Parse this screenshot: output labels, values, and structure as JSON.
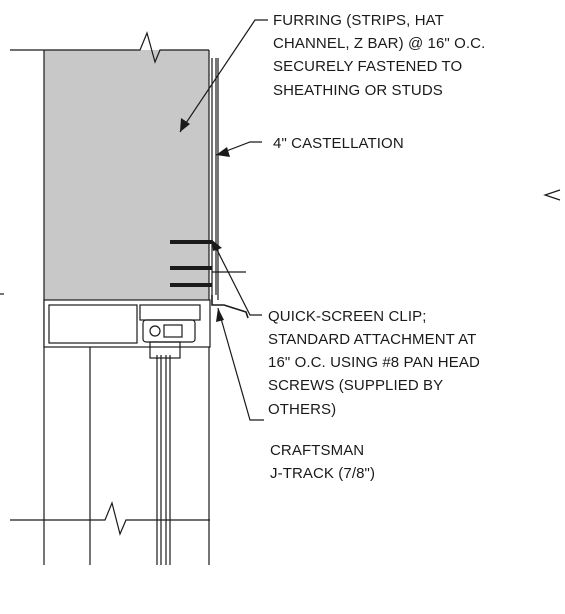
{
  "callouts": {
    "furring": [
      "FURRING (STRIPS, HAT",
      "CHANNEL, Z BAR) @ 16\" O.C.",
      "SECURELY FASTENED TO",
      "SHEATHING OR STUDS"
    ],
    "castellation": [
      "4\" CASTELLATION"
    ],
    "clip": [
      "QUICK-SCREEN CLIP;",
      "STANDARD ATTACHMENT AT",
      "16\" O.C. USING #8 PAN HEAD",
      "SCREWS (SUPPLIED BY",
      "OTHERS)"
    ],
    "jtrack": [
      "CRAFTSMAN",
      "J-TRACK (7/8\")"
    ]
  },
  "colors": {
    "line": "#1a1a1a",
    "wall_fill": "#c8c8c8"
  }
}
